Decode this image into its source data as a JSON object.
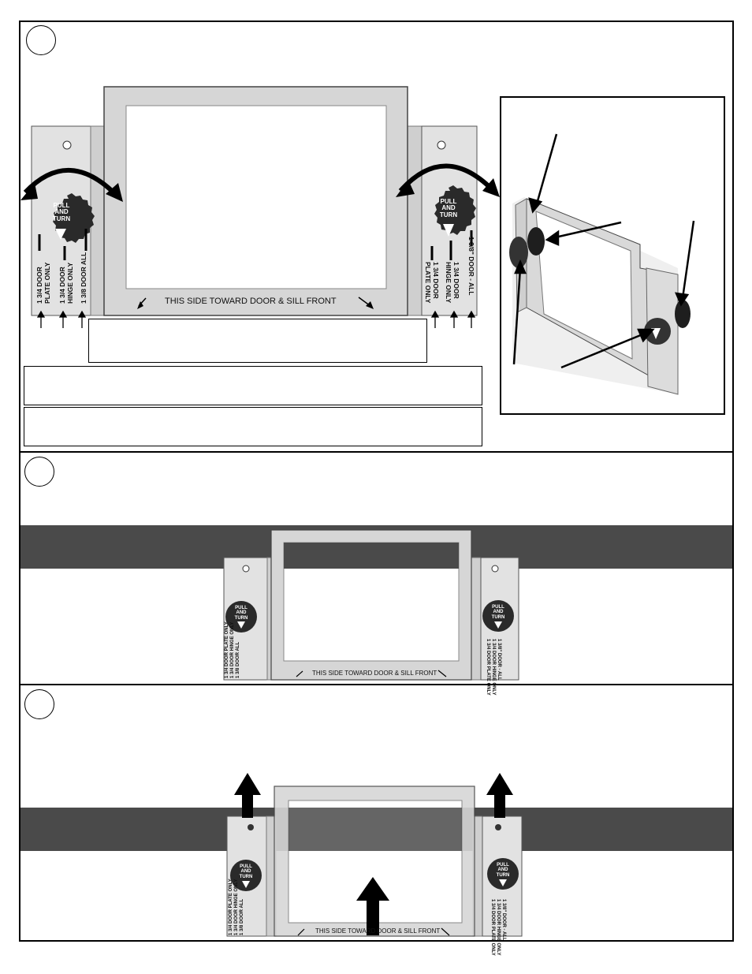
{
  "steps": [
    {
      "number": "",
      "name": "step-1"
    },
    {
      "number": "",
      "name": "step-2"
    },
    {
      "number": "",
      "name": "step-3"
    }
  ],
  "template": {
    "side_label": "THIS SIDE TOWARD DOOR & SILL FRONT",
    "knob_label_line1": "PULL",
    "knob_label_line2": "AND",
    "knob_label_line3": "TURN",
    "left_positions": [
      "1 3/4 DOOR PLATE ONLY",
      "1 3/4 DOOR HINGE ONLY",
      "1 3/8 DOOR ALL"
    ],
    "right_positions": [
      "1 3/8\" DOOR - ALL",
      "1 3/4 DOOR HINGE ONLY",
      "1 3/4 DOOR PLATE ONLY"
    ],
    "left_pos_a1": "1 3/4 DOOR",
    "left_pos_a2": "PLATE ONLY",
    "left_pos_b1": "1 3/4 DOOR",
    "left_pos_b2": "HINGE ONLY",
    "left_pos_c": "1 3/8 DOOR ALL",
    "right_pos_a": "1 3/8\" DOOR - ALL",
    "right_pos_b1": "1 3/4 DOOR",
    "right_pos_b2": "HINGE ONLY",
    "right_pos_c1": "1 3/4 DOOR",
    "right_pos_c2": "PLATE ONLY"
  },
  "colors": {
    "knob": "#2a2a2a",
    "bar": "#4a4a4a",
    "metal": "#d8d8d8",
    "outline": "#000000"
  }
}
